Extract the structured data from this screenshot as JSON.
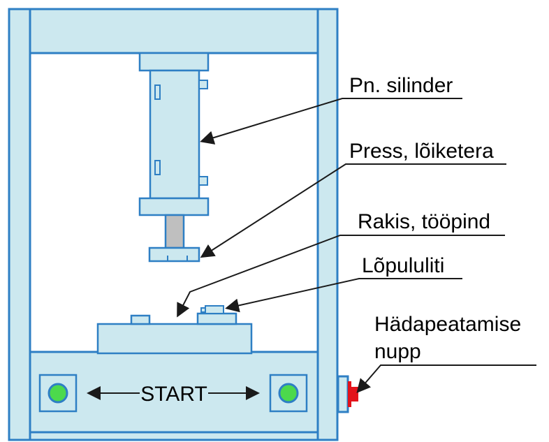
{
  "labels": {
    "cylinder": "Pn. silinder",
    "press": "Press, lõiketera",
    "table": "Rakis, tööpind",
    "limit_switch": "Lõpululiti",
    "estop_line1": "Hädapeatamise",
    "estop_line2": "nupp"
  },
  "start_label": "START",
  "colors": {
    "frame_fill": "#cce8ef",
    "outline": "#2e7fc4",
    "led_green": "#4cd94c",
    "estop_red": "#e3131b",
    "rod_gray": "#bfbfbf"
  }
}
